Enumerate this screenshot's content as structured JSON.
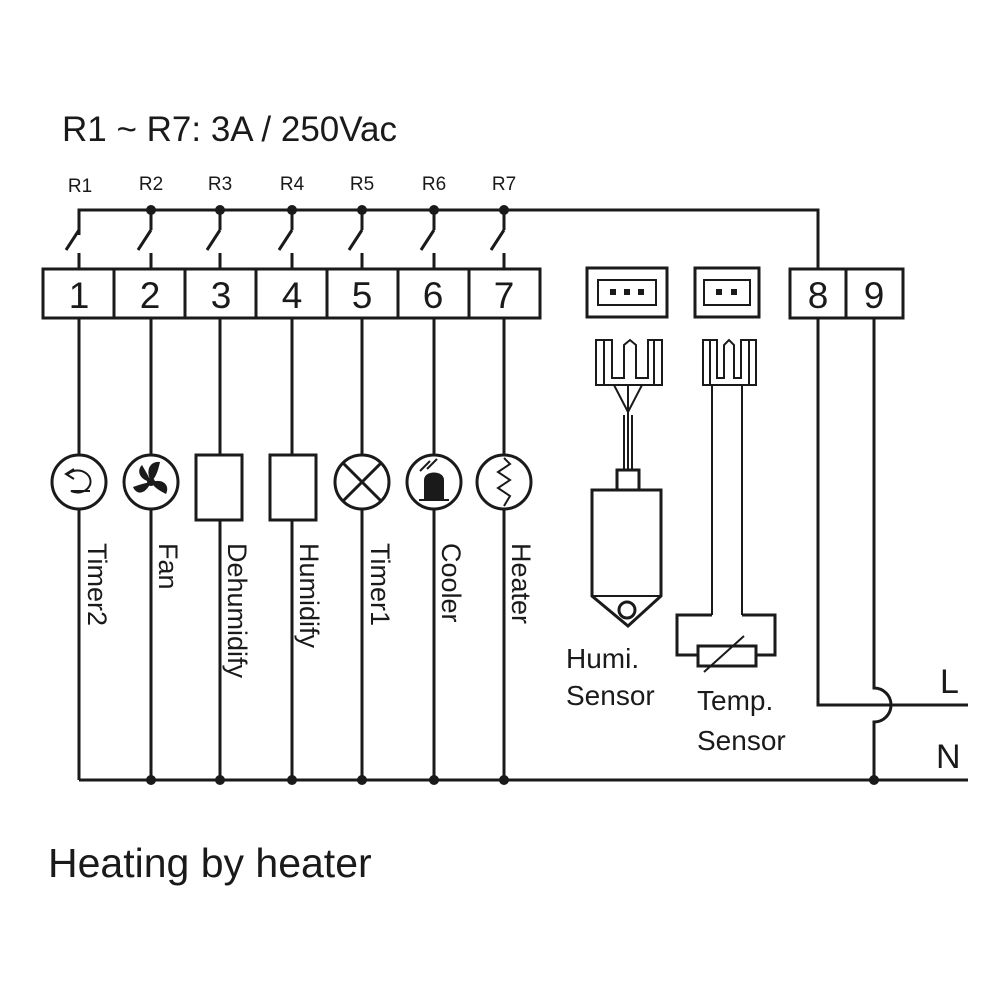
{
  "diagram": {
    "rating": "R1 ~ R7: 3A / 250Vac",
    "caption": "Heating by heater",
    "relays": [
      "R1",
      "R2",
      "R3",
      "R4",
      "R5",
      "R6",
      "R7"
    ],
    "terminals": [
      "1",
      "2",
      "3",
      "4",
      "5",
      "6",
      "7"
    ],
    "power_terminals": [
      "8",
      "9"
    ],
    "loads": [
      "Timer2",
      "Fan",
      "Dehumidify",
      "Humidify",
      "Timer1",
      "Cooler",
      "Heater"
    ],
    "load_icons": [
      "timer-icon",
      "fan-icon",
      "relay-box-icon",
      "relay-box-icon",
      "lamp-icon",
      "cooler-icon",
      "heater-icon"
    ],
    "sensors": {
      "humi": [
        "Humi.",
        "Sensor"
      ],
      "temp": [
        "Temp.",
        "Sensor"
      ]
    },
    "lines": {
      "live": "L",
      "neutral": "N"
    }
  }
}
